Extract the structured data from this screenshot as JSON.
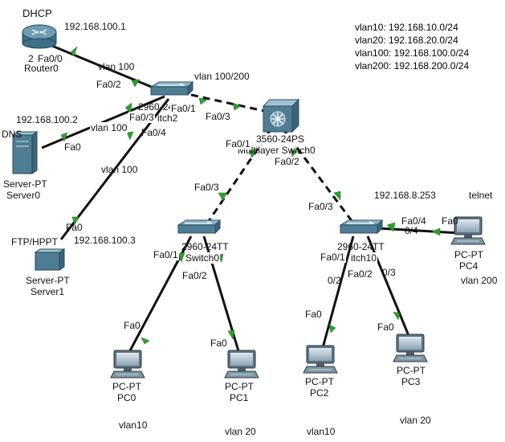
{
  "legend": {
    "lines": [
      "vlan10: 192.168.10.0/24",
      "vlan20:  192.168.20.0/24",
      "vlan100: 192.168.100.0/24",
      "vlan200:  192.168.200.0/24"
    ]
  },
  "devices": {
    "router": {
      "note": "DHCP",
      "ip": "192.168.100.1",
      "name": "Router0",
      "num": "2"
    },
    "switch2": {
      "name": "2960-24",
      "name2": "itch2"
    },
    "multilayer": {
      "model": "3560-24PS",
      "name": "Multilayer Switch0"
    },
    "server0": {
      "note": "DNS",
      "ip": "192.168.100.2",
      "type": "Server-PT",
      "name": "Server0"
    },
    "server1": {
      "note": "FTP/HPPT",
      "ip": "192.168.100.3",
      "type": "Server-PT",
      "name": "Server1"
    },
    "switch0": {
      "model": "2960-24TT",
      "name": "Switch0"
    },
    "switch1": {
      "model": "2960-24TT",
      "name": "itch10",
      "ip": "192.168.8.253"
    },
    "pc0": {
      "type": "PC-PT",
      "name": "PC0",
      "vlan": "vlan10"
    },
    "pc1": {
      "type": "PC-PT",
      "name": "PC1",
      "vlan": "vlan 20"
    },
    "pc2": {
      "type": "PC-PT",
      "name": "PC2",
      "vlan": "vlan10"
    },
    "pc3": {
      "type": "PC-PT",
      "name": "PC3",
      "vlan": "vlan 20"
    },
    "pc4": {
      "type": "PC-PT",
      "name": "PC4",
      "vlan": "vlan 200",
      "note": "telnet"
    }
  },
  "ports": {
    "r_fa00": "Fa0/0",
    "r_vlan": "vlan 100",
    "s2_fa02": "Fa0/2",
    "s2_vlan_top": "vlan 100/200",
    "s2_fa01": "Fa0/1",
    "ml_fa03": "Fa0/3",
    "s2_fa03": "Fa0/3",
    "s2_vlan_dns": "vlan 100",
    "dns_fa0": "Fa0",
    "s2_fa04": "Fa0/4",
    "s2_vlan_ftp": "vlan 100",
    "ftp_fa0": "Fa0",
    "ml_fa01": "Fa0/1",
    "ml_fa02": "Fa0/2",
    "sw0_fa03": "Fa0/3",
    "sw1_fa03": "Fa0/3",
    "sw0_fa01": "Fa0/1",
    "sw0_fa02": "Fa0/2",
    "pc0_fa0": "Fa0",
    "pc1_fa0": "Fa0",
    "sw1_fa04": "Fa0/4",
    "sw1_04b": "0/4",
    "pc4_fa0": "Fa0",
    "sw1_fa01": "Fa0/1",
    "sw1_fa02": "Fa0/2",
    "sw1_02b": "0/2",
    "sw1_03b": "0/3",
    "pc2_fa0": "Fa0",
    "pc3_fa0": "Fa0"
  }
}
